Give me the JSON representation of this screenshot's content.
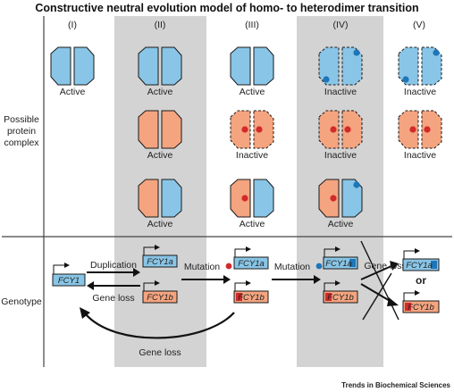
{
  "title": "Constructive neutral evolution model of homo- to heterodimer transition",
  "stages": [
    "(I)",
    "(II)",
    "(III)",
    "(IV)",
    "(V)"
  ],
  "row_labels": {
    "complex_line1": "Possible",
    "complex_line2": "protein",
    "complex_line3": "complex",
    "genotype": "Genotype"
  },
  "complex_states": {
    "r1": [
      "Active",
      "Active",
      "Active",
      "Inactive",
      "Inactive"
    ],
    "r2": [
      "Active",
      "Inactive",
      "Inactive",
      "Inactive"
    ],
    "r3": [
      "Active",
      "Active",
      "Active"
    ]
  },
  "genes": {
    "ancestral": "FCY1",
    "paralog_a": "FCY1a",
    "paralog_b": "FCY1b"
  },
  "arrows": {
    "duplication": "Duplication",
    "gene_loss": "Gene loss",
    "mutation": "Mutation",
    "or": "or"
  },
  "colors": {
    "blue_subunit": "#89c5e6",
    "orange_subunit": "#f4a47f",
    "red_mutation": "#d22a2a",
    "blue_mutation": "#1d76b9",
    "shaded_column": "#d3d3d3"
  },
  "credit": "Trends in Biochemical Sciences"
}
